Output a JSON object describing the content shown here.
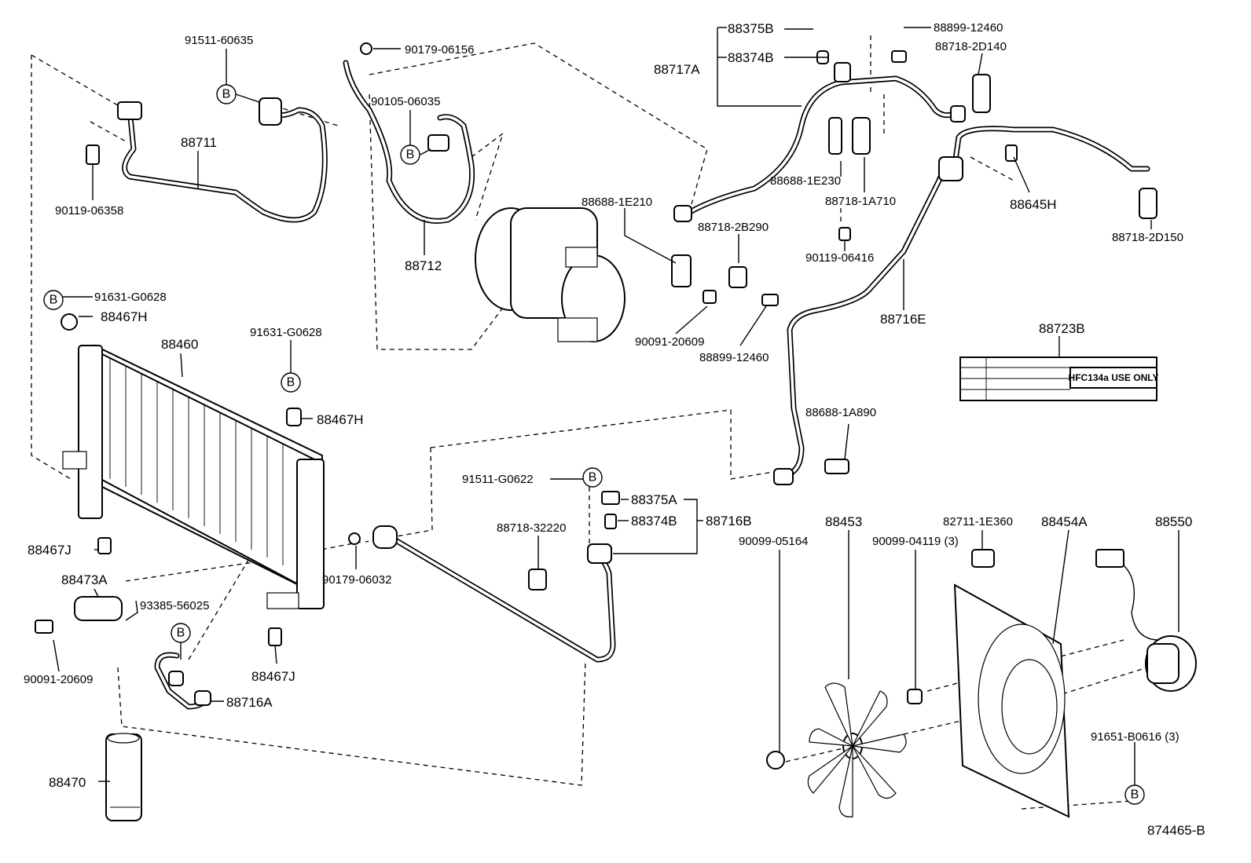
{
  "diagram_code": "874465-B",
  "bubble_letter": "B",
  "label_sticker_text": "HFC134a USE ONLY",
  "parts": {
    "p91511_60635": "91511-60635",
    "p88711": "88711",
    "p90119_06358": "90119-06358",
    "p90179_06156": "90179-06156",
    "p90105_06035": "90105-06035",
    "p88712": "88712",
    "p88375B": "88375B",
    "p88374B_top": "88374B",
    "p88717A": "88717A",
    "p88899_12460_top": "88899-12460",
    "p88718_2D140": "88718-2D140",
    "p88688_1E230": "88688-1E230",
    "p88718_1A710": "88718-1A710",
    "p88645H": "88645H",
    "p88718_2D150": "88718-2D150",
    "p90119_06416": "90119-06416",
    "p88688_1E210": "88688-1E210",
    "p88718_2B290": "88718-2B290",
    "p90091_20609_mid": "90091-20609",
    "p88899_12460_mid": "88899-12460",
    "p88716E": "88716E",
    "p88723B": "88723B",
    "p88688_1A890": "88688-1A890",
    "p91631_G0628_left": "91631-G0628",
    "p88467H_left": "88467H",
    "p88460": "88460",
    "p91631_G0628_mid": "91631-G0628",
    "p88467H_mid": "88467H",
    "p88467J_left": "88467J",
    "p88473A": "88473A",
    "p93385_56025": "93385-56025",
    "p90091_20609_left": "90091-20609",
    "p88467J_mid": "88467J",
    "p88716A": "88716A",
    "p88470": "88470",
    "p90179_06032": "90179-06032",
    "p91511_G0622": "91511-G0622",
    "p88375A": "88375A",
    "p88374B_mid": "88374B",
    "p88716B": "88716B",
    "p88718_32220": "88718-32220",
    "p90099_05164": "90099-05164",
    "p88453": "88453",
    "p90099_04119": "90099-04119 (3)",
    "p82711_1E360": "82711-1E360",
    "p88454A": "88454A",
    "p88550": "88550",
    "p91651_B0616": "91651-B0616 (3)"
  }
}
